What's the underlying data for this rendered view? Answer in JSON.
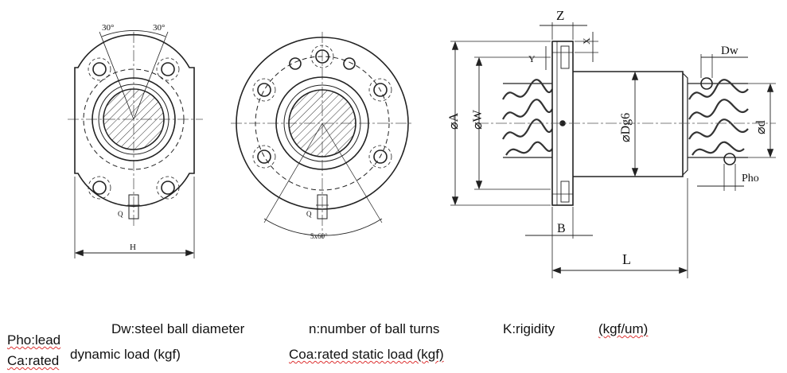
{
  "diagram": {
    "view_left": {
      "angle_left": "30°",
      "angle_right": "30°",
      "dim_bottom": "H",
      "small_label": "Q"
    },
    "view_mid": {
      "angle_label": "5x60°",
      "small_label": "Q"
    },
    "view_right": {
      "z": "Z",
      "x": "X",
      "y": "Y",
      "a": "⌀A",
      "w": "⌀W",
      "dg": "⌀Dg6",
      "dw": "Dw",
      "d": "⌀d",
      "pho": "Pho",
      "b": "B",
      "l": "L"
    }
  },
  "legend": {
    "pho": "Pho:lead",
    "dw": "Dw:steel ball diameter",
    "n": "n:number of ball turns",
    "k": "K:rigidity",
    "k_unit": "(kgf/um)",
    "ca_a": "Ca:rated",
    "ca_b": "dynamic load (kgf)",
    "coa": "Coa:rated static load (kgf)"
  },
  "colors": {
    "line": "#222222",
    "hidden": "#555555",
    "squiggle": "#dd3333"
  }
}
